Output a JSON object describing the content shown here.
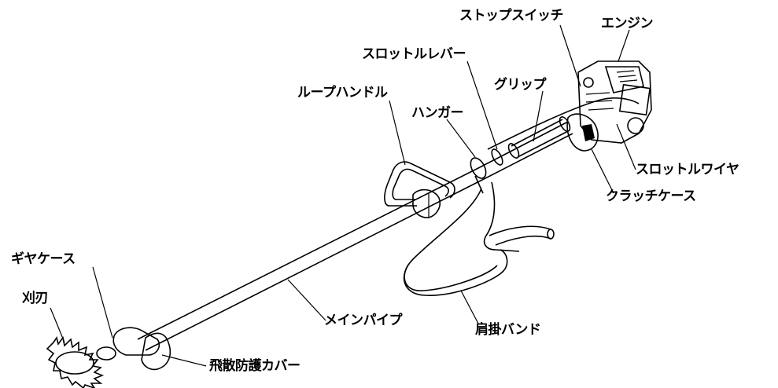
{
  "labels": {
    "stop_switch": "ストップスイッチ",
    "engine": "エンジン",
    "throttle_lever": "スロットルレバー",
    "loop_handle": "ループハンドル",
    "grip": "グリップ",
    "hanger": "ハンガー",
    "throttle_wire": "スロットルワイヤ",
    "clutch_case": "クラッチケース",
    "gear_case": "ギヤケース",
    "blade": "刈刃",
    "main_pipe": "メインパイプ",
    "shoulder_band": "肩掛バンド",
    "scatter_guard": "飛散防護カバー"
  }
}
